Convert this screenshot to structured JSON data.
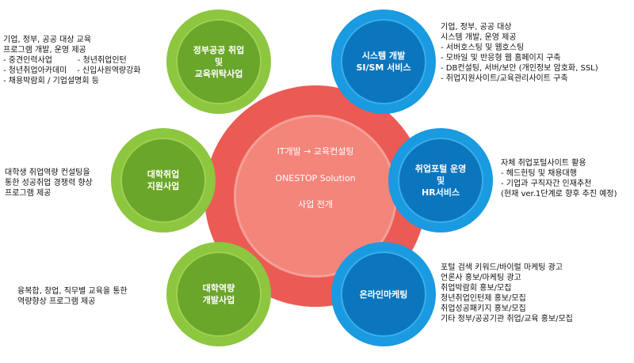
{
  "center": {
    "line1": "IT개발 → 교육컨설팅",
    "line2": "ONESTOP Solution",
    "line3": "사업 전개"
  },
  "nodes": {
    "gov": {
      "lines": [
        "정부공공 취업",
        "및",
        "교육위탁사업"
      ]
    },
    "univ": {
      "lines": [
        "대학취업",
        "지원사업"
      ]
    },
    "job": {
      "lines": [
        "대학역량",
        "개발사업"
      ]
    },
    "system": {
      "lines": [
        "시스템 개발",
        "SI/SM 서비스"
      ]
    },
    "portal": {
      "lines": [
        "취업포털 운영",
        "및",
        "HR서비스"
      ]
    },
    "online": {
      "lines": [
        "온라인마케팅"
      ]
    }
  },
  "descriptions": {
    "gov": [
      "기업, 정부, 공공 대상 교육",
      "프로그램 개발, 운영 제공",
      "- 중견인력사업          - 청년취업인턴",
      "- 청년취업아카데미    - 신입사원역량강화",
      "- 채용박람회 / 기업설명회 등"
    ],
    "univ": [
      "대학생 취업역량 컨설팅을",
      "통한 성공취업 경쟁력 향상",
      "프로그램 제공"
    ],
    "job": [
      "융복합, 창업, 직무별 교육을 통한",
      "역량향상 프로그램 제공"
    ],
    "system": [
      "기업, 정부, 공공 대상",
      "시스템 개발, 운영 제공",
      "- 서버호스팅 및 웹호스팅",
      "- 모바일 및 반응형 웹 홈페이지 구축",
      "- DB컨설팅, 서버/보안 (개인정보 암호화, SSL)",
      "- 취업지원사이트/교육관리사이트 구축"
    ],
    "portal": [
      "자체 취업포털사이트 활용",
      "- 헤드헌팅 및 채용대행",
      "- 기업과 구직자간 인재추천",
      "(현재 ver.1단계로 향후 추진 예정)"
    ],
    "online": [
      "포털 검색 키워드/바이럴 마케팅 광고",
      "언론사 홍보/마케팅 광고",
      "취업박람회 홍보/모집",
      "청년취업인턴제 홍보/모집",
      "취업성공패키지 홍보/모집",
      "기타 정부/공공기관 취업/교육 홍보/모집"
    ]
  },
  "colors": {
    "center": "#ec5a54",
    "center_inner": "#f3857b",
    "green": "#8dc63f",
    "blue": "#1a9ae0"
  }
}
